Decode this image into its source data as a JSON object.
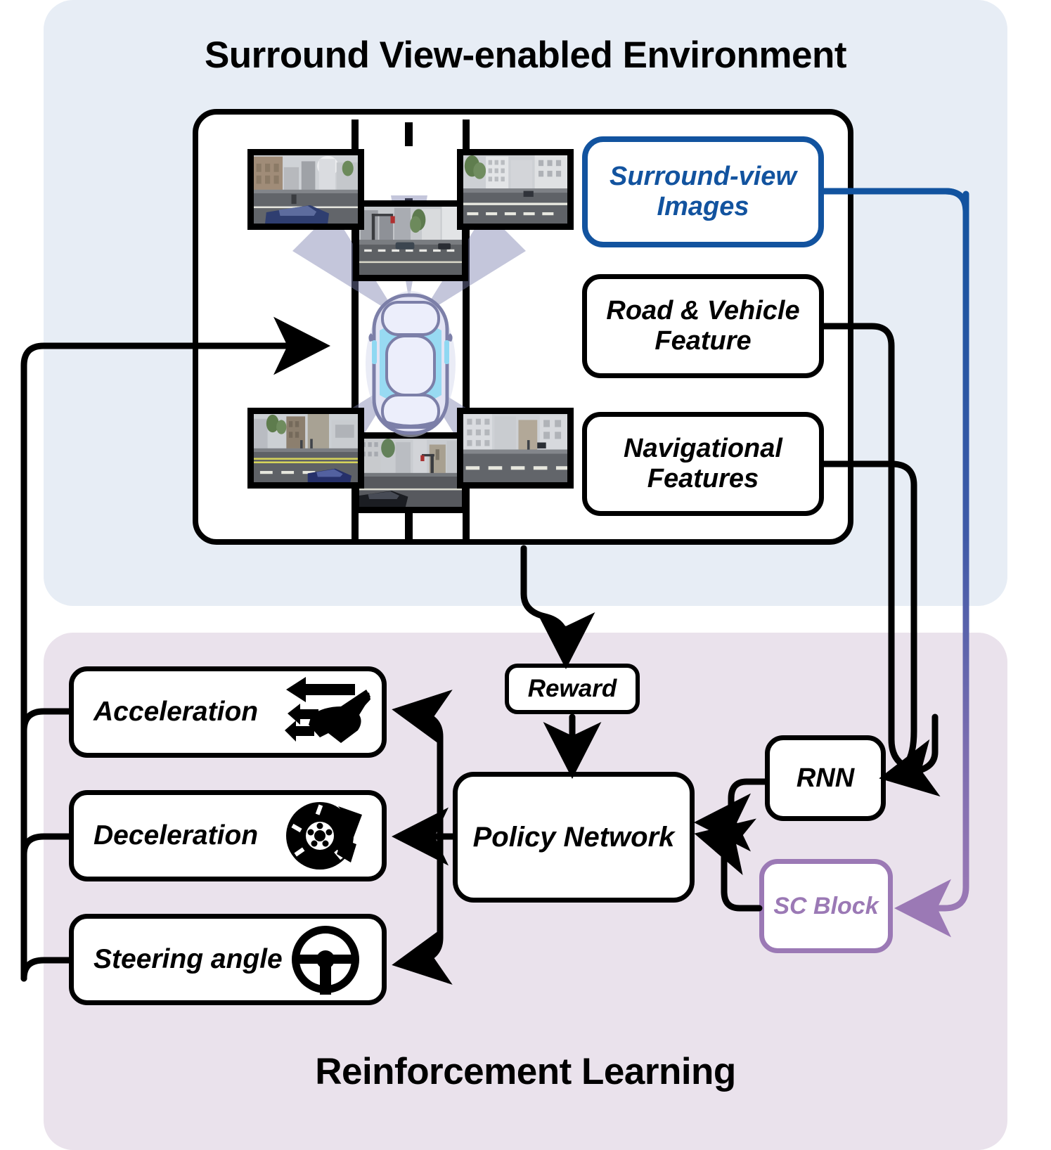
{
  "sections": {
    "environment": {
      "title": "Surround View-enabled Environment"
    },
    "reinforcement": {
      "title": "Reinforcement Learning"
    }
  },
  "environment": {
    "feature_boxes": [
      {
        "id": "surround-view-images",
        "label": "Surround-view Images",
        "color": "#12539f",
        "accent": true
      },
      {
        "id": "road-vehicle-feature",
        "label": "Road & Vehicle Feature",
        "color": "#000000",
        "accent": false
      },
      {
        "id": "navigational-features",
        "label": "Navigational Features",
        "color": "#000000",
        "accent": false
      }
    ],
    "ego_vehicle": {
      "icon": "car-top-view-icon"
    },
    "cameras": [
      {
        "id": "front",
        "position": "front"
      },
      {
        "id": "front-left",
        "position": "front-left"
      },
      {
        "id": "front-right",
        "position": "front-right"
      },
      {
        "id": "rear",
        "position": "rear"
      },
      {
        "id": "rear-left",
        "position": "rear-left"
      },
      {
        "id": "rear-right",
        "position": "rear-right"
      }
    ]
  },
  "reinforcement": {
    "reward": {
      "label": "Reward"
    },
    "policy": {
      "label": "Policy Network"
    },
    "rnn": {
      "label": "RNN"
    },
    "sc_block": {
      "label": "SC Block",
      "color": "#9b79b5"
    },
    "actions": [
      {
        "id": "acceleration",
        "label": "Acceleration",
        "icon": "gas-pedal-icon"
      },
      {
        "id": "deceleration",
        "label": "Deceleration",
        "icon": "brake-disc-icon"
      },
      {
        "id": "steering-angle",
        "label": "Steering angle",
        "icon": "steering-wheel-icon"
      }
    ]
  },
  "colors": {
    "env_panel_bg": "#e7edf5",
    "rl_panel_bg": "#eae2ec",
    "accent_blue": "#12539f",
    "accent_purple": "#9b79b5",
    "wire_black": "#000000"
  }
}
